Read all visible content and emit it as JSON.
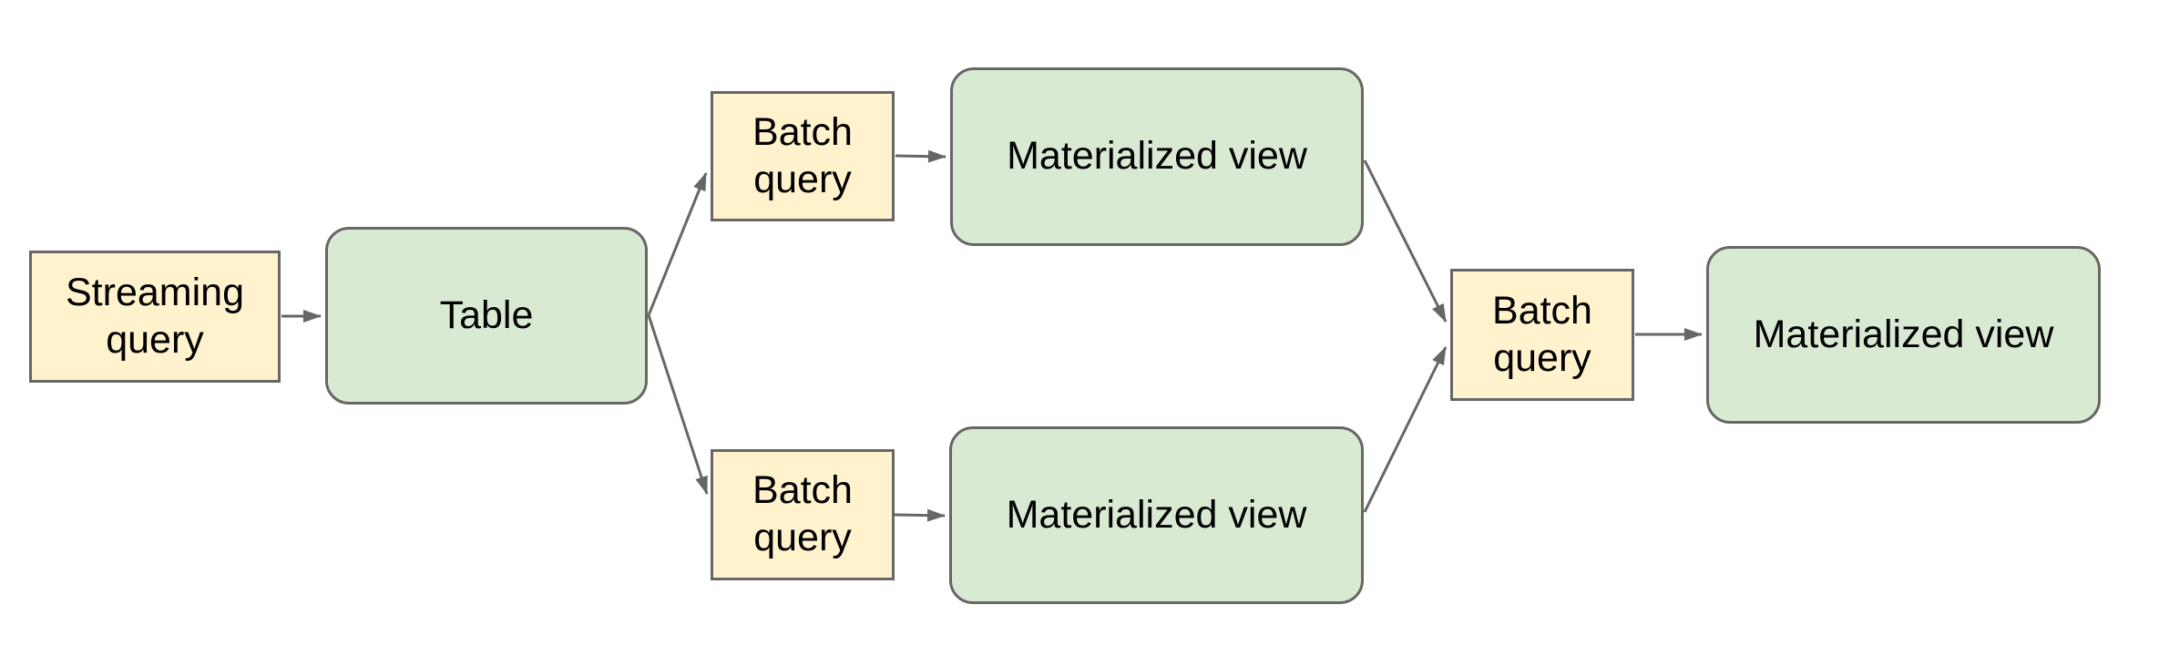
{
  "diagram": {
    "colors": {
      "background": "#ffffff",
      "query_node_fill": "#fff2cc",
      "view_node_fill": "#d9ead3",
      "node_border": "#666666",
      "arrow": "#666666",
      "label_text": "#000000"
    },
    "nodes": [
      {
        "id": "streaming-query",
        "label": "Streaming query",
        "kind": "query"
      },
      {
        "id": "table",
        "label": "Table",
        "kind": "view"
      },
      {
        "id": "batch-query-top",
        "label": "Batch query",
        "kind": "query"
      },
      {
        "id": "materialized-view-top",
        "label": "Materialized view",
        "kind": "view"
      },
      {
        "id": "batch-query-bottom",
        "label": "Batch query",
        "kind": "query"
      },
      {
        "id": "materialized-view-bottom",
        "label": "Materialized view",
        "kind": "view"
      },
      {
        "id": "batch-query-final",
        "label": "Batch query",
        "kind": "query"
      },
      {
        "id": "materialized-view-final",
        "label": "Materialized view",
        "kind": "view"
      }
    ],
    "edges": [
      {
        "from": "streaming-query",
        "to": "table"
      },
      {
        "from": "table",
        "to": "batch-query-top"
      },
      {
        "from": "table",
        "to": "batch-query-bottom"
      },
      {
        "from": "batch-query-top",
        "to": "materialized-view-top"
      },
      {
        "from": "batch-query-bottom",
        "to": "materialized-view-bottom"
      },
      {
        "from": "materialized-view-top",
        "to": "batch-query-final"
      },
      {
        "from": "materialized-view-bottom",
        "to": "batch-query-final"
      },
      {
        "from": "batch-query-final",
        "to": "materialized-view-final"
      }
    ]
  }
}
